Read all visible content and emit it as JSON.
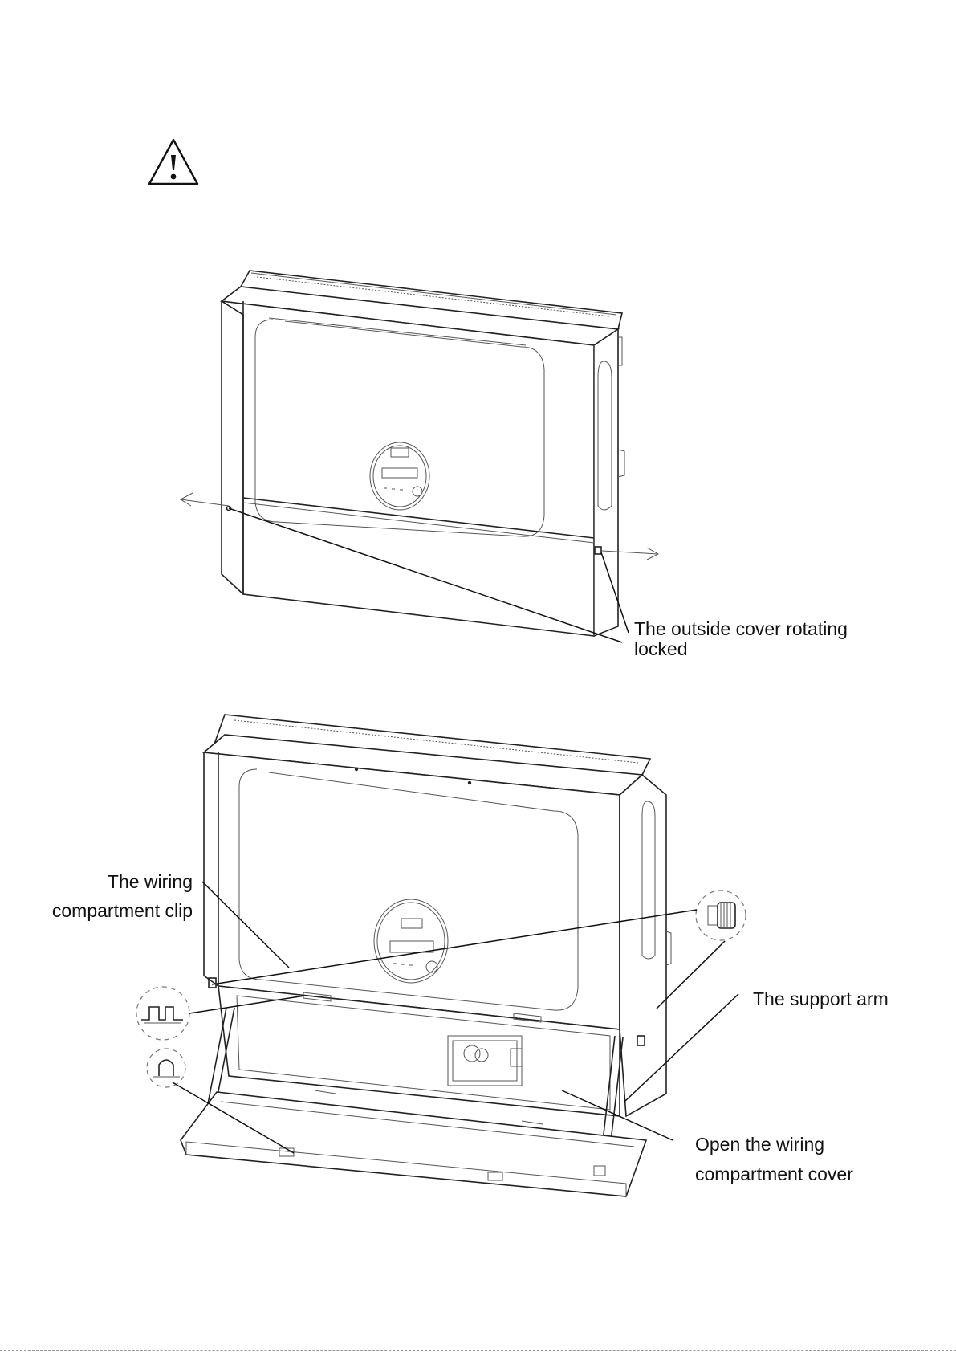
{
  "icons": {
    "warning": "warning-triangle-icon"
  },
  "figure_top": {
    "label_line1": "The outside cover rotating",
    "label_line2": "locked"
  },
  "figure_bottom": {
    "clip_label_line1": "The wiring",
    "clip_label_line2": "compartment clip",
    "support_arm_label": "The support arm",
    "open_cover_label_line1": "Open the wiring",
    "open_cover_label_line2": "compartment cover"
  },
  "colors": {
    "line": "#222222",
    "text": "#111111"
  }
}
